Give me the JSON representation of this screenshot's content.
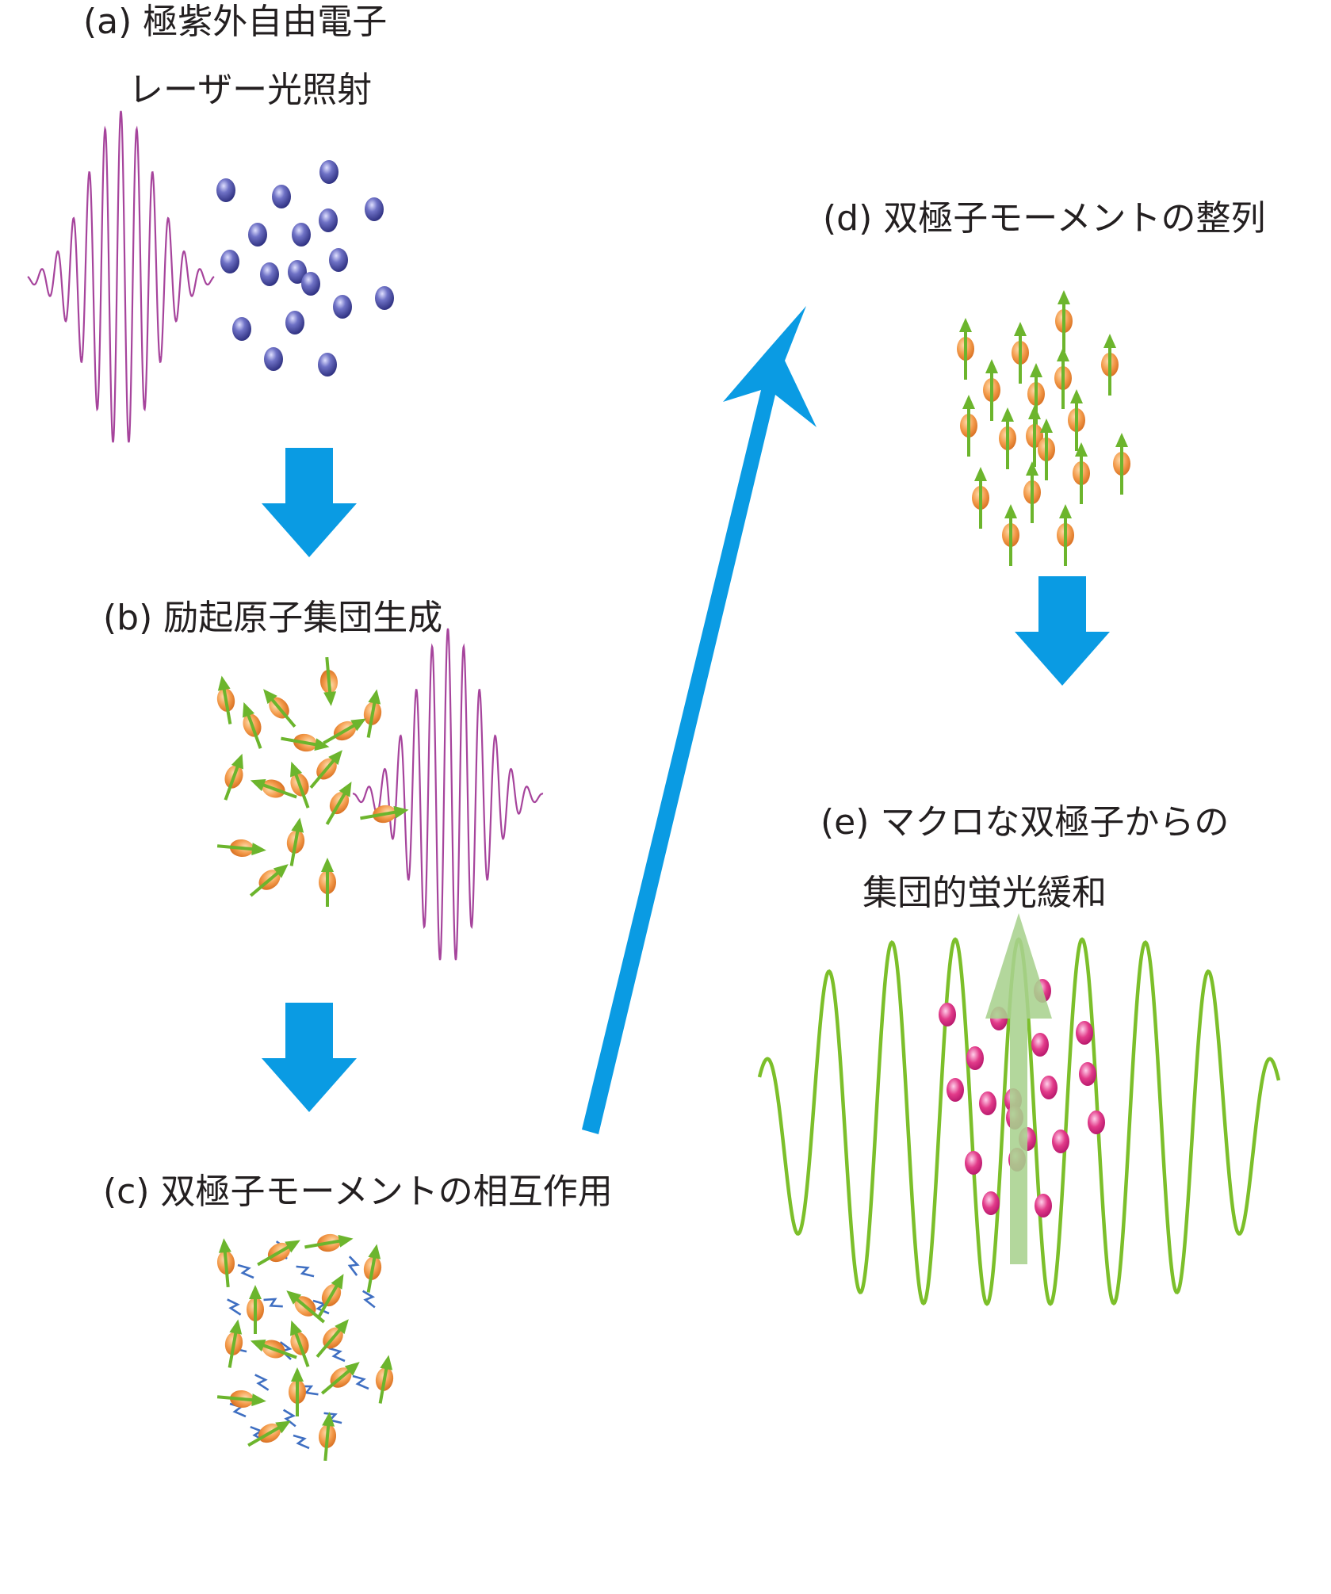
{
  "panels": {
    "a": {
      "line1": "(a) 極紫外自由電子",
      "line2": "レーザー光照射"
    },
    "b": {
      "title": "(b) 励起原子集団生成"
    },
    "c": {
      "title": "(c) 双極子モーメントの相互作用"
    },
    "d": {
      "title": "(d) 双極子モーメントの整列"
    },
    "e": {
      "line1": "(e) マクロな双極子からの",
      "line2": "集団的蛍光緩和"
    }
  },
  "colors": {
    "arrow": "#0a9be3",
    "pulse": "#a6449c",
    "atom_ground": "#3b3d94",
    "atom_excited": "#f39a4a",
    "dipole_arrow": "#6cb52d",
    "interaction": "#3f6fc2",
    "atom_emit": "#e23b8a",
    "wave": "#7cbf2a",
    "macro_dipole": "#a9d18e"
  },
  "icons": {
    "flow_arrows": "down-arrow-icon",
    "diagonal_arrow": "up-right-arrow-icon",
    "atoms": "atom-icon",
    "dipoles": "dipole-arrow-icon"
  }
}
